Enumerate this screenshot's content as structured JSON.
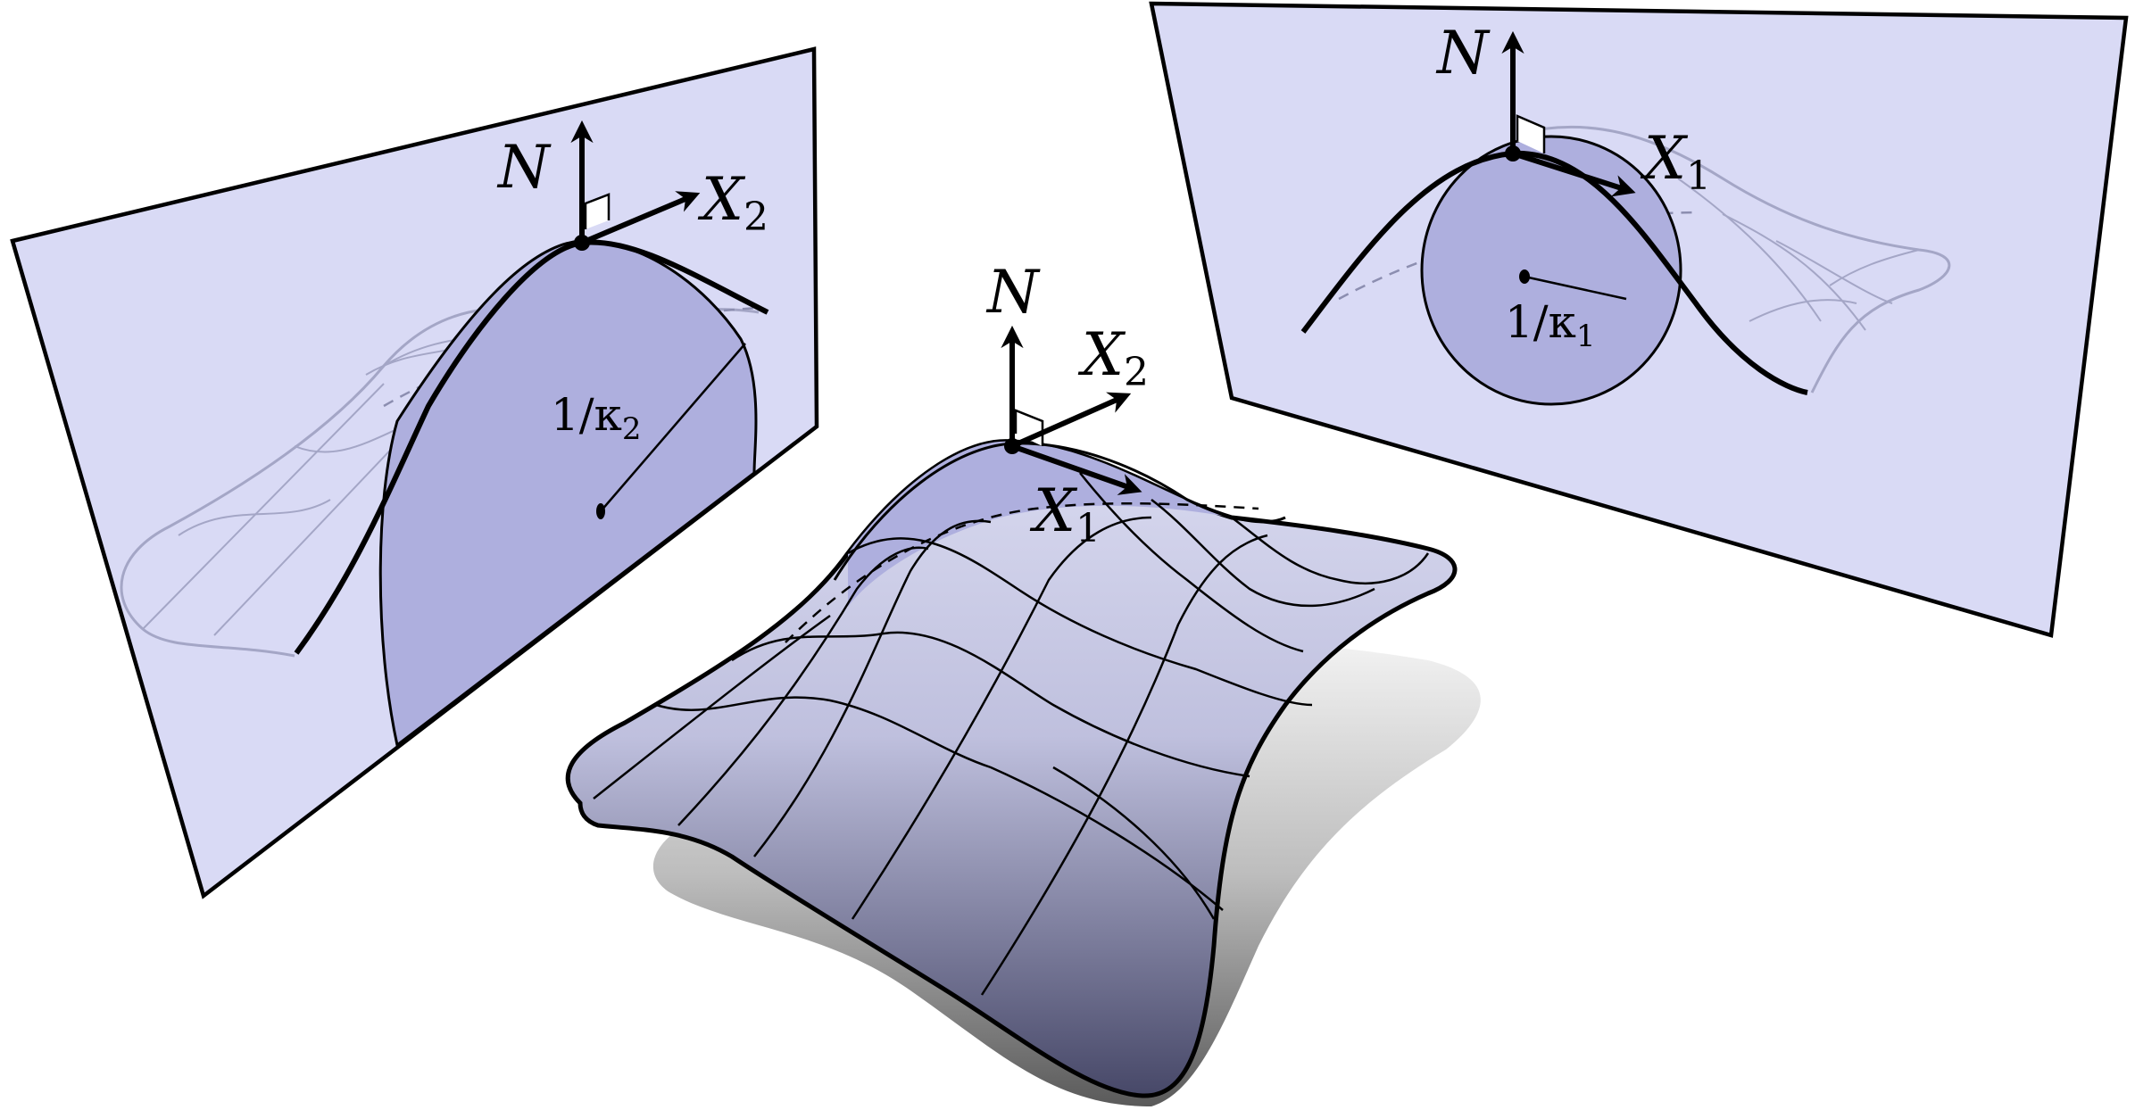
{
  "colors": {
    "plane_fill": "#d9daf5",
    "surface_fill": "#c9cae6",
    "disk_fill": "#aeafde",
    "outline": "#000000",
    "faded_line": "#a4a6c6",
    "shadow": "#7a7a7a"
  },
  "center_labels": {
    "normal": "N",
    "x2_main": "X",
    "x2_sub": "2",
    "x1_main": "X",
    "x1_sub": "1"
  },
  "left_plane_labels": {
    "normal": "N",
    "x2_main": "X",
    "x2_sub": "2",
    "radius_prefix": "1/κ",
    "radius_sub": "2"
  },
  "right_plane_labels": {
    "normal": "N",
    "x1_main": "X",
    "x1_sub": "1",
    "radius_prefix": "1/κ",
    "radius_sub": "1"
  }
}
